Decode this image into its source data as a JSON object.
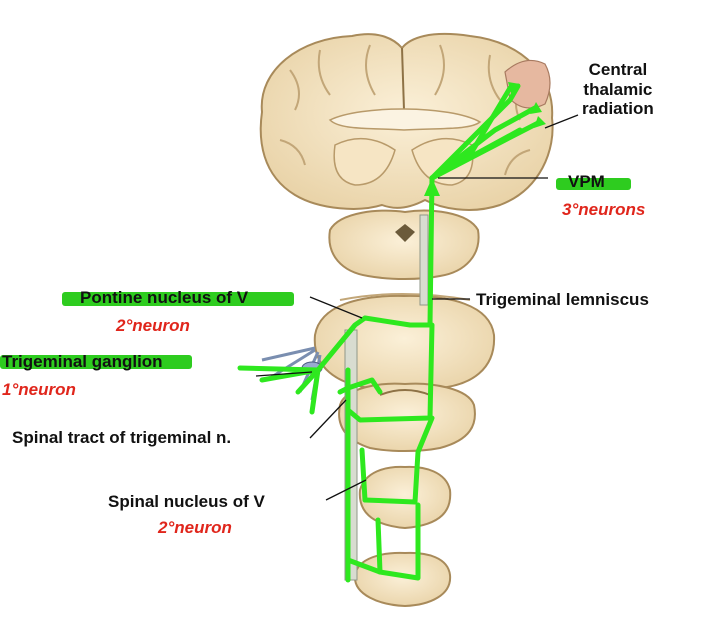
{
  "labels": {
    "central": [
      "Central",
      "thalamic",
      "radiation"
    ],
    "vpm": "VPM",
    "vpm_sub": "3°neurons",
    "pontine": "Pontine nucleus of  V",
    "pontine_sub": "2°neuron",
    "lemniscus": "Trigeminal lemniscus",
    "ganglion": "Trigeminal ganglion",
    "ganglion_sub": "1°neuron",
    "spinal_tract": "Spinal tract of trigeminal n.",
    "spinal_nucleus": "Spinal nucleus of  V",
    "spinal_nucleus_sub": "2°neuron"
  },
  "colors": {
    "tissue": "#f3e4c4",
    "tissue_edge": "#a88a5a",
    "white_matter": "#fbf3e2",
    "pathway": "#2ee81f",
    "highlight": "#2ecc1f",
    "sub_label": "#e0261c"
  }
}
